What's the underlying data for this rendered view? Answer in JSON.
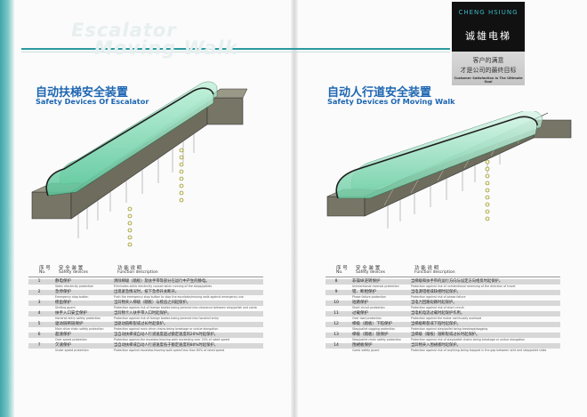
{
  "watermark": {
    "line1": "Escalator",
    "line2": "Moving Walk"
  },
  "brand": {
    "en": "CHENG HSIUNG",
    "zh": "诚雄电梯"
  },
  "slogan": {
    "zh1": "客户的满意",
    "zh2": "才是公司的最终目标",
    "en": "Customer Satisfaction Is The Ultimate Goal"
  },
  "left": {
    "title_zh": "自动扶梯安全装置",
    "title_en": "Safety Devices Of Escalator",
    "headers": {
      "no_zh": "序 号",
      "no_en": "No.",
      "dev_zh": "安 全 装 置",
      "dev_en": "Safety devices",
      "fn_zh": "功 能 说 明",
      "fn_en": "Function description"
    },
    "rows": [
      {
        "no": "1",
        "zh": "静电保护",
        "en": "Static electricity protection",
        "fzh": "清除梯级（踏板）及扶手带等部分在运行中产生的静电。",
        "fen": "Eliminates static electricity caused when running of the steps/pallets"
      },
      {
        "no": "2",
        "zh": "急停保护",
        "en": "Emergency stop button",
        "fzh": "出现紧急情况时，按下急停开关断开。",
        "fen": "Push the emergency stop button to stop the escalator/moving walk against emergency use"
      },
      {
        "no": "3",
        "zh": "梳齿保护",
        "en": "Skirting guard",
        "fzh": "当异物夹入梯级（踏板）与梳齿之间起保护。",
        "fen": "Protection against risk of foreign bodies being jammed into clearance between step/pallet and comb"
      },
      {
        "no": "4",
        "zh": "扶手入口安全保护",
        "en": "Handrail entry safety protection",
        "fzh": "当异物卡入扶手带入口时起保护。",
        "fen": "Protection against risk of foreign bodies being jammed into handrail entry"
      },
      {
        "no": "5",
        "zh": "驱动链断链保护",
        "en": "Main drive chain safety protection",
        "fzh": "当驱动链断裂或过长时起保护。",
        "fen": "Protection against main drive chains being breakage or undue elongation"
      },
      {
        "no": "6",
        "zh": "超速保护",
        "en": "Over speed protection",
        "fzh": "当自动扶梯或自动人行道速度超过额定速度的20%时起保护。",
        "fen": "Protection against the escalator/moving walk exceeding over 20% of rated speed"
      },
      {
        "no": "7",
        "zh": "欠速保护",
        "en": "Under speed protection",
        "fzh": "当自动扶梯或自动人行道速度低于额定速度的80%时起保护。",
        "fen": "Protection against escalator/moving walk speed less than 80% of rated speed"
      }
    ],
    "markers": [
      "1",
      "2",
      "3",
      "4",
      "5",
      "6",
      "7",
      "8",
      "9",
      "10",
      "11",
      "12",
      "13",
      "14",
      "15",
      "16"
    ]
  },
  "right": {
    "title_zh": "自动人行道安全装置",
    "title_en": "Safety Devices Of Moving Walk",
    "headers": {
      "no_zh": "序 号",
      "no_en": "No.",
      "dev_zh": "安 全 装 置",
      "dev_en": "Safety devices",
      "fn_zh": "功 能 说 明",
      "fn_en": "Function description"
    },
    "rows": [
      {
        "no": "8",
        "zh": "非操纵逆转保护",
        "en": "Unintentional reversal protection",
        "fzh": "当梯级和扶手带的运行方向与设定方向相反时起保护。",
        "fen": "Protection against risk of unintentional reversing of the direction of travel"
      },
      {
        "no": "9",
        "zh": "错、断相保护",
        "en": "Phase failure protection",
        "fzh": "当电源错相或缺相时起保护。",
        "fen": "Protection against risk of phase failure"
      },
      {
        "no": "10",
        "zh": "短路保护",
        "en": "Short circuit protection",
        "fzh": "当电力回路短路时起保护。",
        "fen": "Protection against risk of short circuit"
      },
      {
        "no": "11",
        "zh": "过载保护",
        "en": "Over load protection",
        "fzh": "当电机电流过载时起保护作用。",
        "fen": "Protection against the motor continually overload"
      },
      {
        "no": "12",
        "zh": "梯级（踏板）下陷保护",
        "en": "Step/pallet sagging protection",
        "fzh": "当梯级断裂或下陷时起保护。",
        "fen": "Protection against step/pallet being breakage/sagging"
      },
      {
        "no": "13",
        "zh": "梯级（踏板）链保护",
        "en": "Step/pallet chain safety protection",
        "fzh": "当梯级（踏板）链断裂或过长时起保护。",
        "fen": "Protection against risk of step/pallet chains being breakage or undue elongation"
      },
      {
        "no": "14",
        "zh": "围裙板保护",
        "en": "Comb safety guard",
        "fzh": "当异物夹入围裙板时起保护。",
        "fen": "Protection against risk of anything being trapped in the gap between skirt and step/pallet sides"
      }
    ],
    "markers": [
      "1",
      "2",
      "3",
      "4",
      "5",
      "6",
      "7",
      "8",
      "9",
      "10",
      "11",
      "12",
      "13",
      "14",
      "15"
    ]
  },
  "colors": {
    "accent": "#1d66b2",
    "teal": "#2b9aa0",
    "glass": "#7fd9b2",
    "truss": "#6a6a5e"
  }
}
